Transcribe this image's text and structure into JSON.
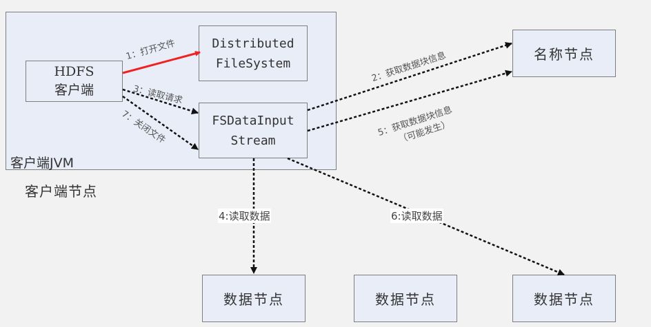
{
  "diagram": {
    "client_jvm_label": "客户端JVM",
    "client_node_label": "客户端节点",
    "nodes": {
      "hdfs_client": [
        "HDFS",
        "客户端"
      ],
      "distributed_fs": [
        "Distributed",
        "FileSystem"
      ],
      "fs_input_stream": [
        "FSDataInput",
        "Stream"
      ],
      "name_node": "名称节点",
      "data_nodes": [
        "数据节点",
        "数据节点",
        "数据节点"
      ]
    },
    "edges": [
      {
        "id": "e1",
        "label": "1：打开文件",
        "from": "hdfs_client",
        "to": "distributed_fs",
        "style": "solid",
        "color": "#ee2222"
      },
      {
        "id": "e2",
        "label": "2：获取数据块信息",
        "from": "fs_input_stream",
        "to": "name_node",
        "style": "dashed",
        "color": "#111111"
      },
      {
        "id": "e3",
        "label": "3：读取请求",
        "from": "hdfs_client",
        "to": "fs_input_stream",
        "style": "dashed",
        "color": "#111111"
      },
      {
        "id": "e4",
        "label": "4:读取数据",
        "from": "fs_input_stream",
        "to": "data_node_1",
        "style": "dashed",
        "color": "#111111"
      },
      {
        "id": "e5",
        "label": "5：获取数据块信息",
        "sublabel": "（可能发生）",
        "from": "fs_input_stream",
        "to": "name_node",
        "style": "dashed",
        "color": "#111111"
      },
      {
        "id": "e6",
        "label": "6:读取数据",
        "from": "fs_input_stream",
        "to": "data_node_3",
        "style": "dashed",
        "color": "#111111"
      },
      {
        "id": "e7",
        "label": "7：关闭文件",
        "from": "hdfs_client",
        "to": "fs_input_stream",
        "style": "dashed",
        "color": "#111111"
      }
    ]
  }
}
